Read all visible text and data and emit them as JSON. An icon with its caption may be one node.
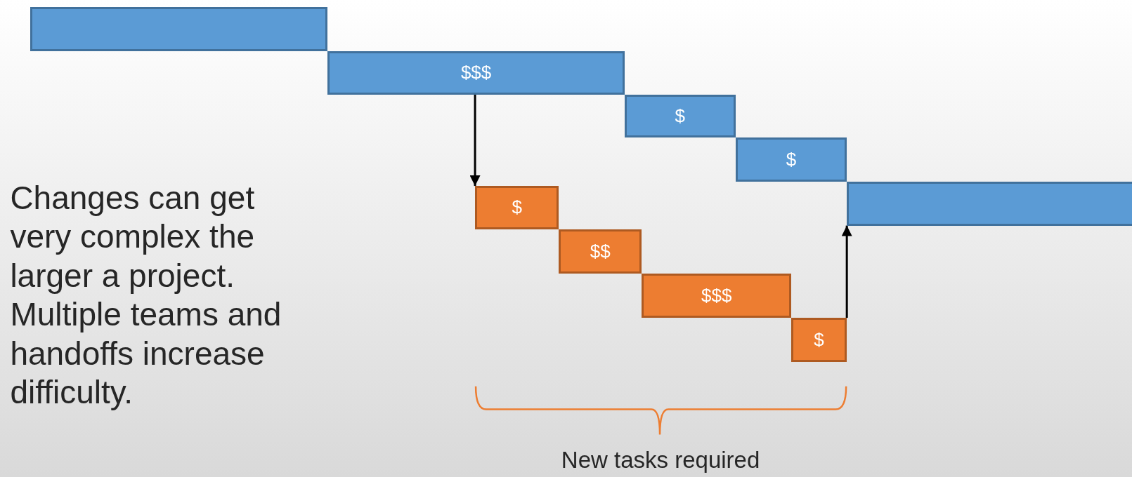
{
  "diagram": {
    "nodes": [
      {
        "text": [],
        "shape": "bar"
      },
      {
        "text": [
          "$$$"
        ]
      },
      {
        "text": [
          "$"
        ]
      },
      {
        "text": [
          "$"
        ]
      },
      {
        "text": [],
        "shape": "bar"
      },
      {
        "text": [
          "$"
        ]
      },
      {
        "text": [
          "$$"
        ]
      },
      {
        "text": [
          "$$$"
        ]
      },
      {
        "text": [
          "$"
        ]
      }
    ],
    "edges": [
      {
        "from": 1,
        "to": 5,
        "arrow": "to"
      },
      {
        "from": 8,
        "to": 4,
        "arrow": "to"
      }
    ],
    "labels": [
      "Changes can get very complex the larger a project. Multiple teams and handoffs increase difficulty.",
      "New tasks required"
    ]
  }
}
